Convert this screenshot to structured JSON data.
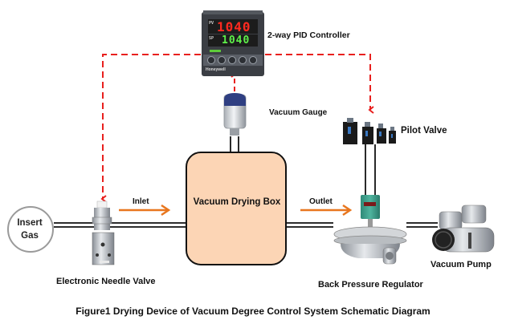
{
  "diagram": {
    "caption": "Figure1 Drying Device of Vacuum Degree Control System Schematic Diagram",
    "nodes": {
      "source": {
        "label_line1": "Insert",
        "label_line2": "Gas"
      },
      "needle_valve": {
        "label": "Electronic Needle Valve"
      },
      "drying_box": {
        "label": "Vacuum Drying Box"
      },
      "vacuum_gauge": {
        "label": "Vacuum Gauge"
      },
      "pid_controller": {
        "label": "2-way PID Controller",
        "pv_display": "1040",
        "sp_display": "1040",
        "pv_tag": "PV",
        "sp_tag": "SP",
        "brand": "Honeywell"
      },
      "pilot_valve": {
        "label": "Pilot Valve"
      },
      "back_pressure_regulator": {
        "label": "Back Pressure Regulator"
      },
      "vacuum_pump": {
        "label": "Vacuum Pump"
      }
    },
    "flow_labels": {
      "inlet": "Inlet",
      "outlet": "Outlet"
    },
    "colors": {
      "signal_line": "#e8201e",
      "flow_arrow": "#e8761e",
      "box_fill": "#fcd5b5",
      "pipe": "#111111"
    }
  }
}
